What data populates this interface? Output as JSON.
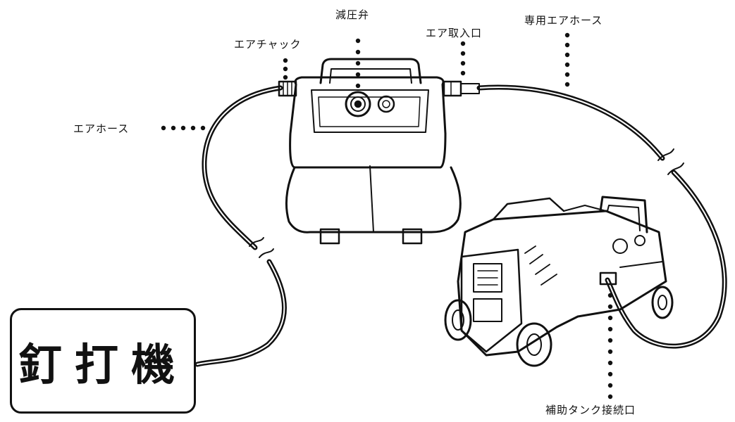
{
  "labels": {
    "pressure_valve": "減圧弁",
    "air_chuck": "エアチャック",
    "air_intake": "エア取入口",
    "dedicated_hose": "専用エアホース",
    "air_hose": "エアホース",
    "aux_tank_port": "補助タンク接続口"
  },
  "nailer": {
    "label": "釘打機"
  },
  "colors": {
    "ink": "#111111",
    "background": "#ffffff"
  }
}
